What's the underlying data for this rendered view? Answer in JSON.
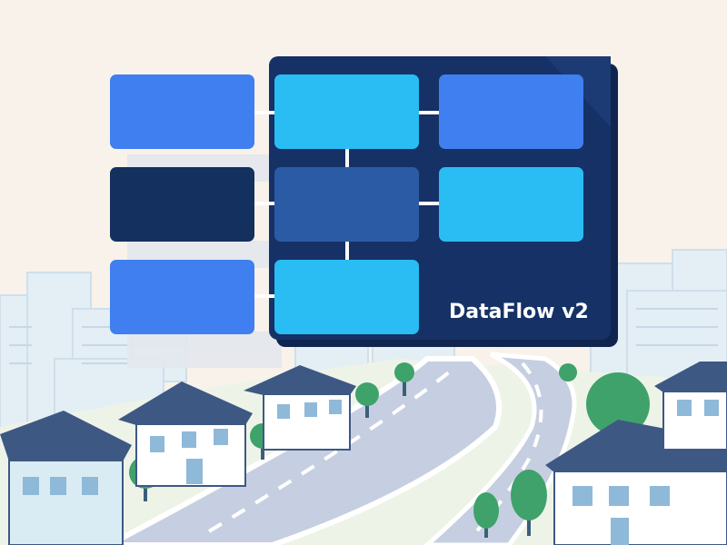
{
  "badge": {
    "label": "DataFlow v2"
  },
  "colors": {
    "background": "#f8f2ea",
    "panel_dark": "#163165",
    "block_bright_blue": "#3f7fef",
    "block_cyan": "#29bdf4",
    "block_navy": "#13305f",
    "block_mid": "#2c5ba6",
    "connector": "#ffffff",
    "road": "#c6cfe1",
    "roof": "#3e5884",
    "house_wall": "#ffffff",
    "tree": "#3fa26a"
  },
  "grid": {
    "blocks": [
      {
        "id": "r1c1",
        "tone": "bright-blue"
      },
      {
        "id": "r1c2",
        "tone": "cyan"
      },
      {
        "id": "r1c3",
        "tone": "bright-blue"
      },
      {
        "id": "r2c1",
        "tone": "navy"
      },
      {
        "id": "r2c2",
        "tone": "mid-blue"
      },
      {
        "id": "r2c3",
        "tone": "cyan"
      },
      {
        "id": "r3c1",
        "tone": "bright-blue"
      },
      {
        "id": "r3c2",
        "tone": "cyan"
      }
    ]
  },
  "scene": {
    "icons": [
      "skyline",
      "house-icon",
      "tree-icon",
      "road",
      "data-block",
      "connector"
    ]
  }
}
